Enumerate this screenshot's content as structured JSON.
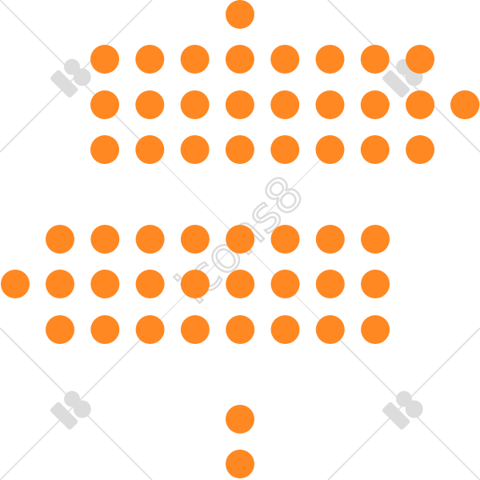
{
  "graphic": {
    "dot_color": "#ff8822",
    "background": "#ffffff",
    "watermark": {
      "text": "icons8",
      "color": "#d9d9d9"
    },
    "arrows": [
      {
        "direction": "right",
        "rows": 3
      },
      {
        "direction": "left",
        "rows": 3
      }
    ]
  }
}
